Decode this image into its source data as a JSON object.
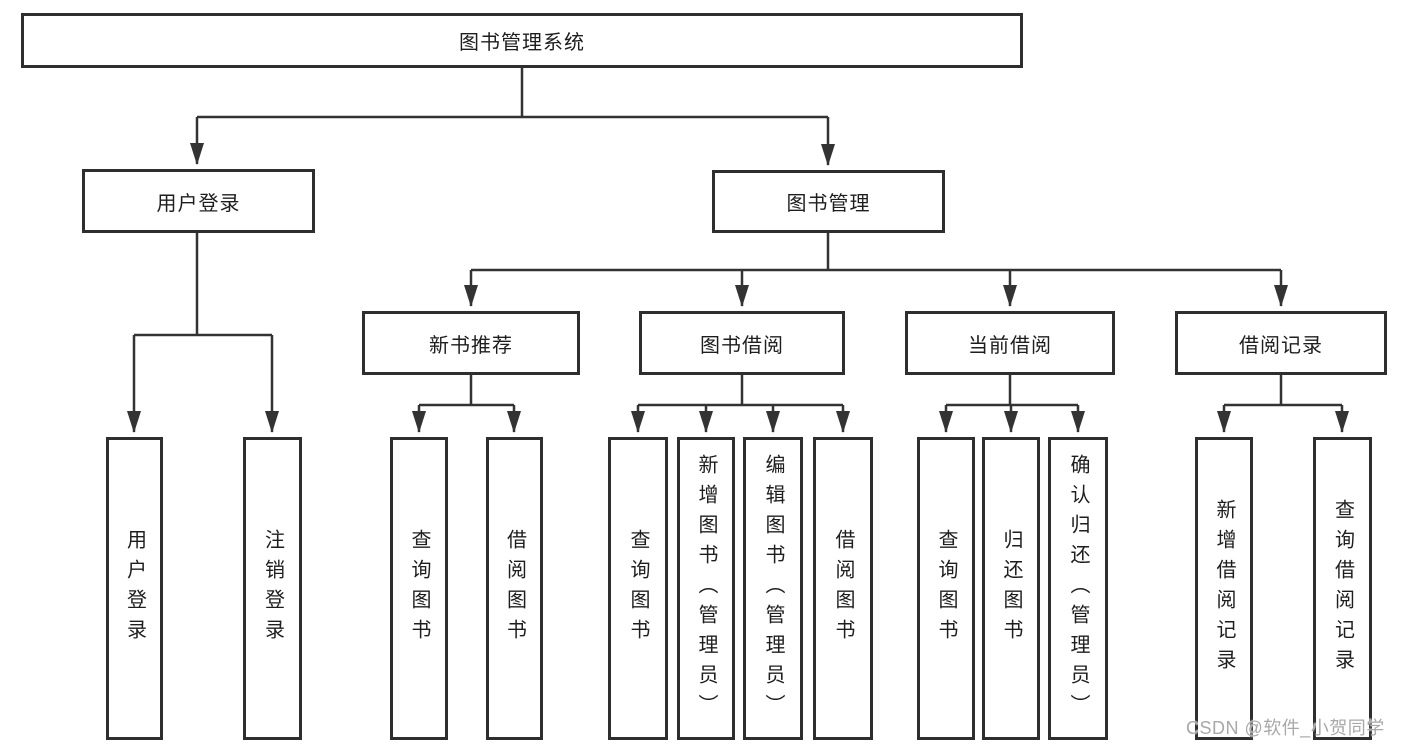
{
  "diagram": {
    "title": "图书管理系统",
    "line_color": "#333333",
    "watermark": "CSDN @软件_小贺同学",
    "branches": [
      {
        "label": "用户登录",
        "leaves": [
          {
            "label": "用户登录"
          },
          {
            "label": "注销登录"
          }
        ]
      },
      {
        "label": "图书管理",
        "children": [
          {
            "label": "新书推荐",
            "leaves": [
              {
                "label": "查询图书"
              },
              {
                "label": "借阅图书"
              }
            ]
          },
          {
            "label": "图书借阅",
            "leaves": [
              {
                "label": "查询图书"
              },
              {
                "label": "新增图书（管理员）"
              },
              {
                "label": "编辑图书（管理员）"
              },
              {
                "label": "借阅图书"
              }
            ]
          },
          {
            "label": "当前借阅",
            "leaves": [
              {
                "label": "查询图书"
              },
              {
                "label": "归还图书"
              },
              {
                "label": "确认归还（管理员）"
              }
            ]
          },
          {
            "label": "借阅记录",
            "leaves": [
              {
                "label": "新增借阅记录"
              },
              {
                "label": "查询借阅记录"
              }
            ]
          }
        ]
      }
    ]
  }
}
